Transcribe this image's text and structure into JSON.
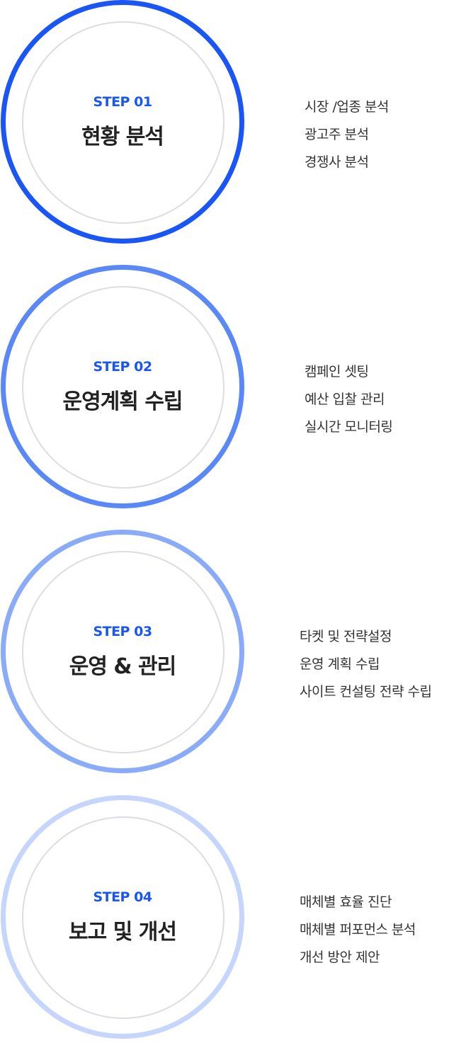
{
  "steps": [
    {
      "label": "STEP 01",
      "title": "현황 분석",
      "items": [
        "시장 /업종 분석",
        "광고주 분석",
        "경쟁사 분석"
      ],
      "ring_color": "#1a56f5"
    },
    {
      "label": "STEP 02",
      "title": "운영계획 수립",
      "items": [
        "캠페인 셋팅",
        "예산 입찰 관리",
        "실시간 모니터링"
      ],
      "ring_color": "#5a88f6"
    },
    {
      "label": "STEP 03",
      "title": "운영 & 관리",
      "items": [
        "타켓 및 전략설정",
        "운영 계획 수립",
        "사이트 컨설팅 전략 수립"
      ],
      "ring_color": "#8aacf8"
    },
    {
      "label": "STEP 04",
      "title": "보고 및 개선",
      "items": [
        "매체별 효율 진단",
        "매체별 퍼포먼스 분석",
        "개선 방안 제안"
      ],
      "ring_color": "#c5d5fc"
    }
  ]
}
